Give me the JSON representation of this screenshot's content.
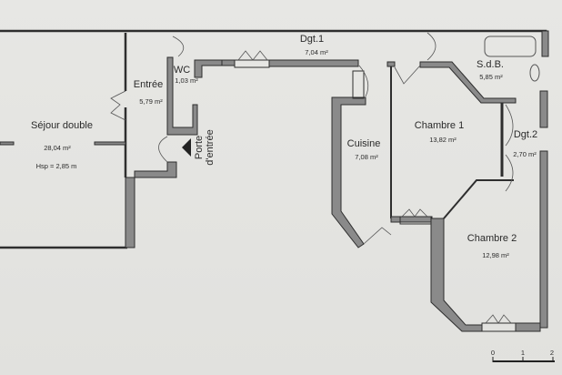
{
  "rooms": {
    "sejour": {
      "name": "Séjour double",
      "area": "28,04 m²",
      "height": "Hsp = 2,85 m"
    },
    "entree": {
      "name": "Entrée",
      "area": "5,79 m²"
    },
    "wc": {
      "name": "WC",
      "area": "1,03 m²"
    },
    "dgt1": {
      "name": "Dgt.1",
      "area": "7,04 m²"
    },
    "cuisine": {
      "name": "Cuisine",
      "area": "7,08 m²"
    },
    "chambre1": {
      "name": "Chambre 1",
      "area": "13,82 m²"
    },
    "sdb": {
      "name": "S.d.B.",
      "area": "5,85 m²"
    },
    "dgt2": {
      "name": "Dgt.2",
      "area": "2,70 m²"
    },
    "chambre2": {
      "name": "Chambre 2",
      "area": "12,98 m²"
    }
  },
  "entrance": {
    "line1": "Porte",
    "line2": "d'entrée"
  },
  "scale": {
    "ticks": [
      "0",
      "1",
      "2"
    ]
  }
}
